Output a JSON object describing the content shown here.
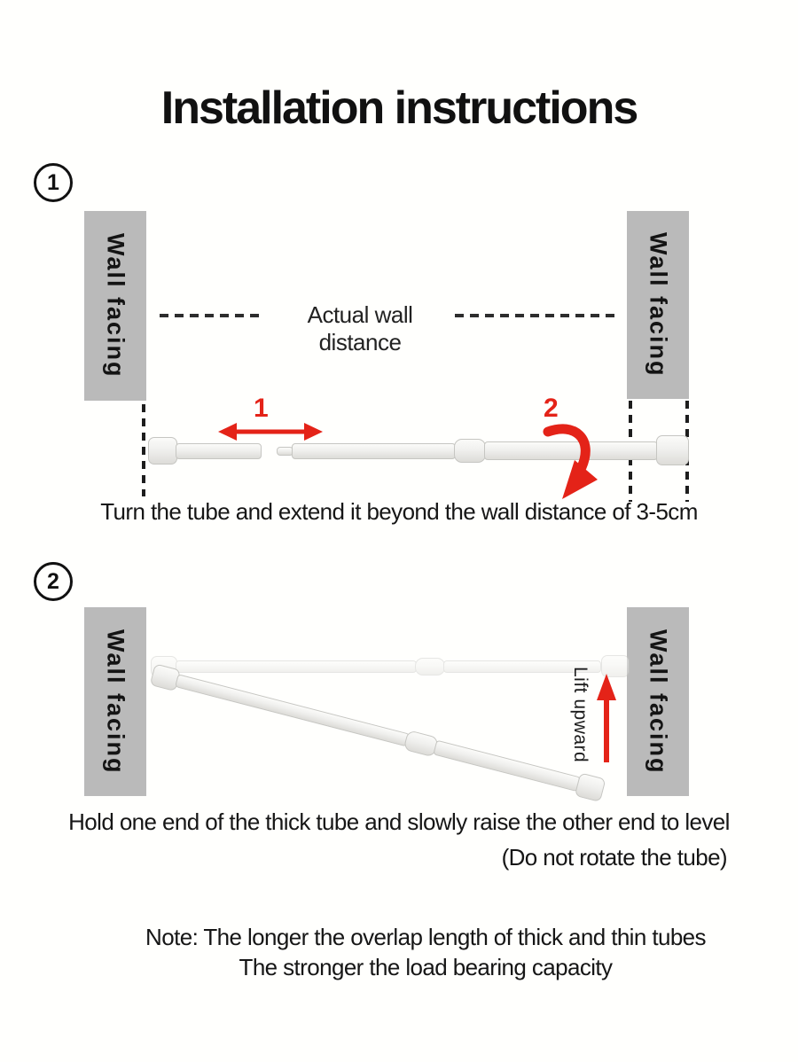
{
  "title": "Installation instructions",
  "colors": {
    "accent_red": "#e42318",
    "wall_gray": "#bababa",
    "text": "#1a1a1a"
  },
  "step1": {
    "badge": "1",
    "walls": {
      "left": "Wall facing",
      "right": "Wall facing"
    },
    "distance_label": "Actual wall distance",
    "marker_extend": "1",
    "marker_rotate": "2",
    "caption": "Turn the tube and extend it beyond the wall distance of 3-5cm"
  },
  "step2": {
    "badge": "2",
    "walls": {
      "left": "Wall facing",
      "right": "Wall facing"
    },
    "lift_label": "Lift upward",
    "caption_line1": "Hold one end of the thick tube and slowly raise the other end to level",
    "caption_line2": "(Do not rotate the tube)"
  },
  "note": {
    "line1": "Note: The longer the overlap length of thick and thin tubes",
    "line2": "The stronger the load bearing capacity"
  }
}
